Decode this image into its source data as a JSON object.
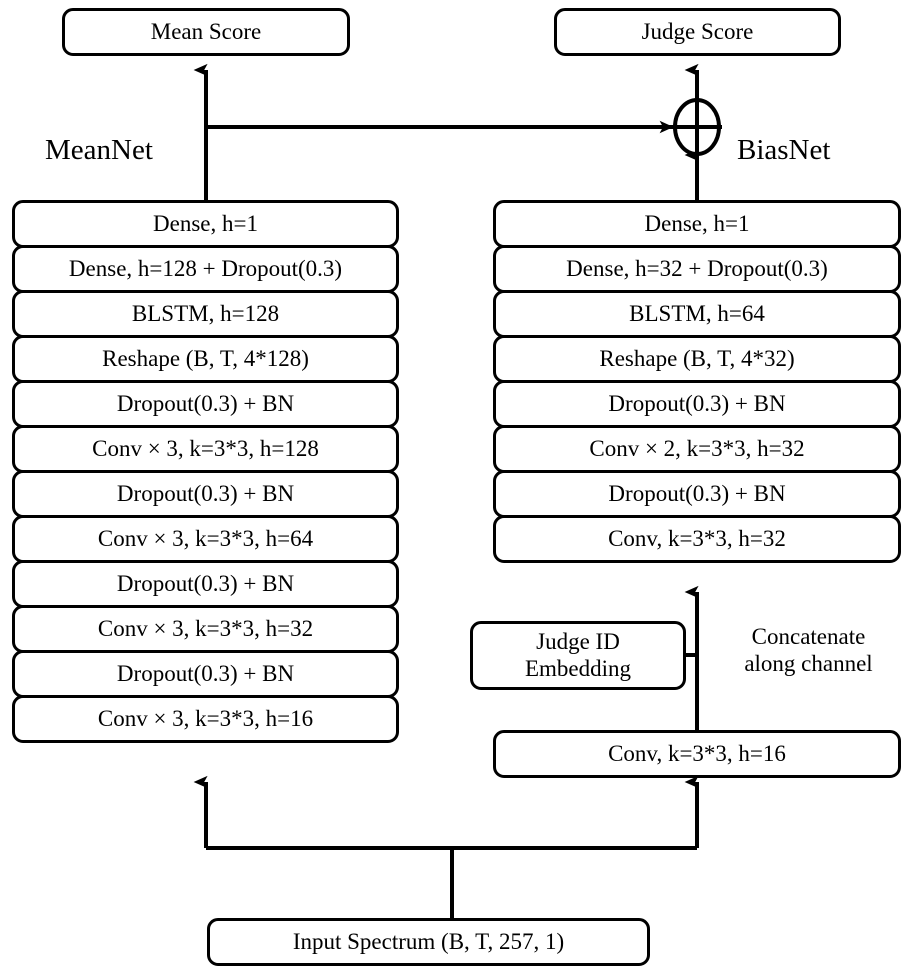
{
  "diagram": {
    "title_nodes": {
      "mean_score": "Mean Score",
      "judge_score": "Judge Score"
    },
    "branch_labels": {
      "left": "MeanNet",
      "right": "BiasNet"
    },
    "sum_node": {
      "symbol": "plus-circle",
      "operation": "add"
    },
    "meannet_layers": [
      "Dense, h=1",
      "Dense, h=128 + Dropout(0.3)",
      "BLSTM, h=128",
      "Reshape (B, T, 4*128)",
      "Dropout(0.3) + BN",
      "Conv × 3, k=3*3, h=128",
      "Dropout(0.3) + BN",
      "Conv × 3, k=3*3, h=64",
      "Dropout(0.3) + BN",
      "Conv × 3, k=3*3, h=32",
      "Dropout(0.3) + BN",
      "Conv × 3, k=3*3, h=16"
    ],
    "biasnet_layers": [
      "Dense, h=1",
      "Dense, h=32 + Dropout(0.3)",
      "BLSTM, h=64",
      "Reshape (B, T, 4*32)",
      "Dropout(0.3) + BN",
      "Conv × 2, k=3*3, h=32",
      "Dropout(0.3) + BN",
      "Conv, k=3*3, h=32"
    ],
    "biasnet_input_layer": "Conv, k=3*3, h=16",
    "judge_embedding": "Judge ID\nEmbedding",
    "concat_label": "Concatenate\nalong channel",
    "input_node": "Input Spectrum (B, T, 257, 1)",
    "colors": {
      "stroke": "#000000",
      "fill": "#ffffff",
      "text": "#000000"
    }
  }
}
